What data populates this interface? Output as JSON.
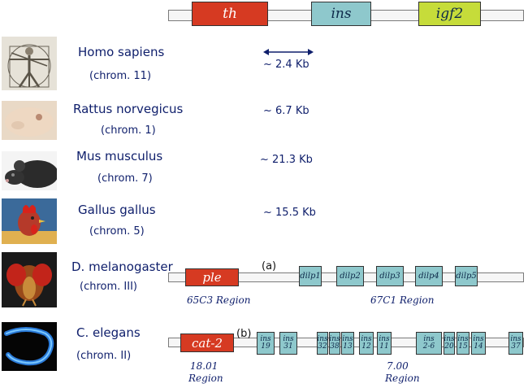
{
  "top": {
    "gene_th": "th",
    "gene_ins": "ins",
    "gene_igf2": "igf2"
  },
  "species": [
    {
      "name": "Homo sapiens",
      "chrom": "(chrom. 11)",
      "distance": "~ 2.4 Kb"
    },
    {
      "name": "Rattus norvegicus",
      "chrom": "(chrom. 1)",
      "distance": "~ 6.7 Kb"
    },
    {
      "name": "Mus musculus",
      "chrom": "(chrom. 7)",
      "distance": "~ 21.3 Kb"
    },
    {
      "name": "Gallus gallus",
      "chrom": "(chrom. 5)",
      "distance": "~ 15.5 Kb"
    },
    {
      "name": "D. melanogaster",
      "chrom": "(chrom. III)"
    },
    {
      "name": "C. elegans",
      "chrom": "(chrom. II)"
    }
  ],
  "dmel": {
    "label": "(a)",
    "ple": "ple",
    "genes": [
      "dilp1",
      "dilp2",
      "dilp3",
      "dilp4",
      "dilp5"
    ],
    "region_left": "65C3 Region",
    "region_right": "67C1 Region"
  },
  "cel": {
    "label": "(b)",
    "cat": "cat-2",
    "genes": [
      [
        "ins",
        "19"
      ],
      [
        "ins",
        "31"
      ],
      [
        "ins",
        "32"
      ],
      [
        "ins",
        "38"
      ],
      [
        "ins",
        "13"
      ],
      [
        "ins",
        "12"
      ],
      [
        "ins",
        "11"
      ],
      [
        "ins",
        "2-6"
      ],
      [
        "ins",
        "20"
      ],
      [
        "ins",
        "15"
      ],
      [
        "ins",
        "14"
      ],
      [
        "ins",
        "37"
      ]
    ],
    "region_left_1": "18.01",
    "region_left_2": "Region",
    "region_right_1": "7.00",
    "region_right_2": "Region"
  },
  "colors": {
    "red_gene": "#d63a22",
    "teal_gene": "#8ec8cc",
    "lime_gene": "#c6dc3a",
    "text_navy": "#0e1e6b"
  },
  "photos": [
    "vitruvian-man",
    "rat",
    "mouse",
    "rooster",
    "fruit-fly",
    "worm"
  ]
}
